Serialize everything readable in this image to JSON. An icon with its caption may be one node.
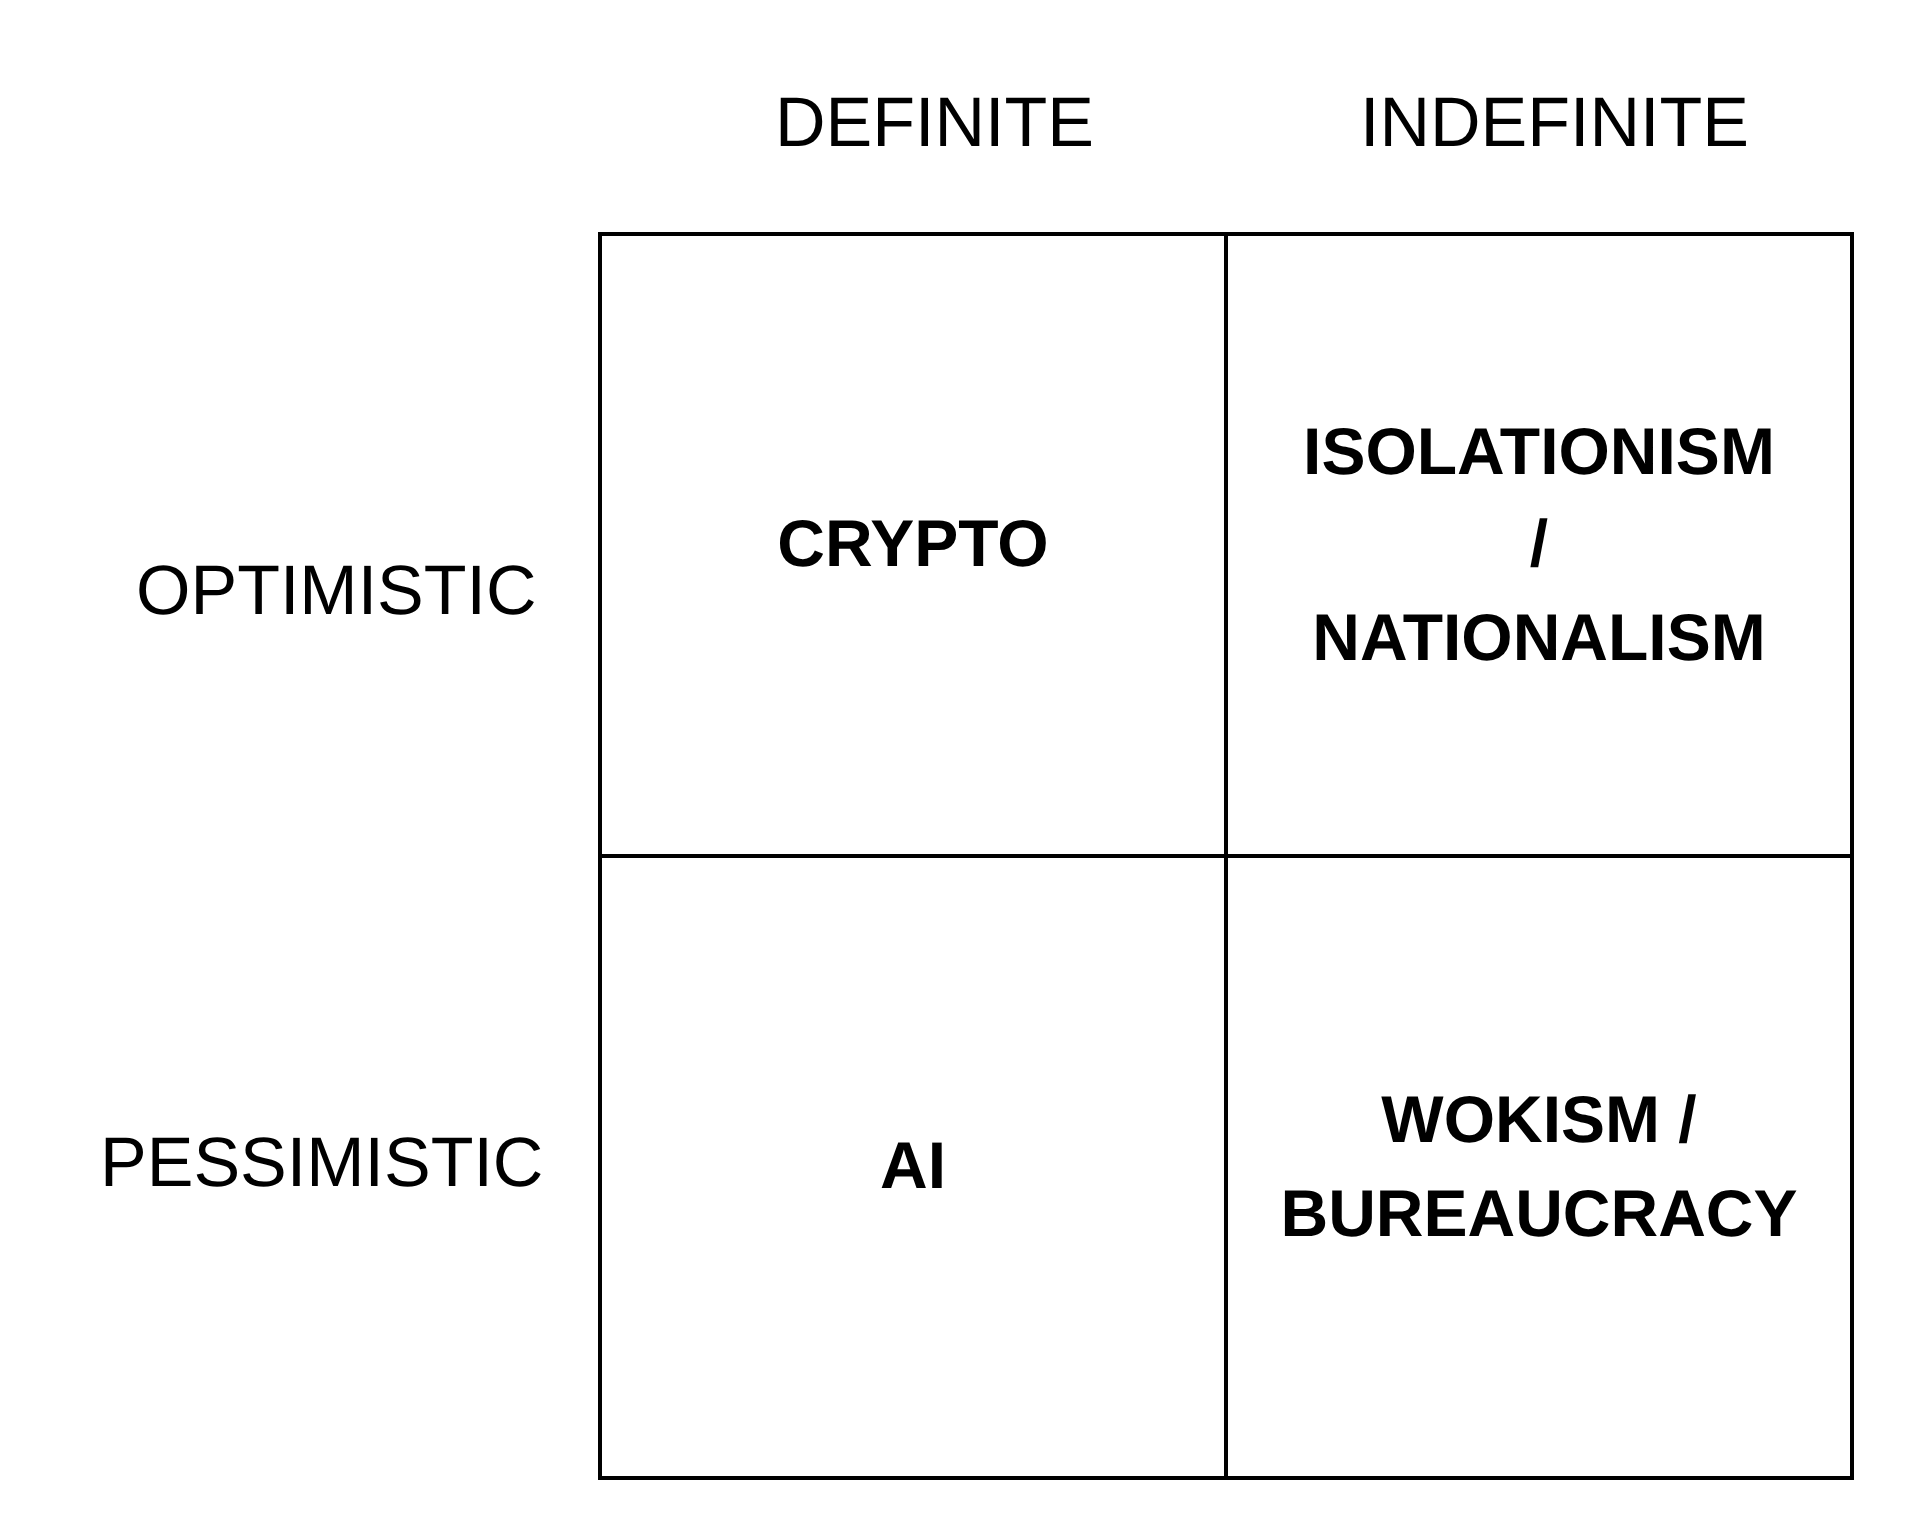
{
  "diagram": {
    "nodes": [
      {
        "text": [
          "CRYPTO"
        ]
      },
      {
        "text": [
          "ISOLATIONISM / NATIONALISM"
        ]
      },
      {
        "text": [
          "AI"
        ]
      },
      {
        "text": [
          "WOKISM / BUREAUCRACY"
        ]
      }
    ],
    "labels": [
      "DEFINITE",
      "INDEFINITE",
      "OPTIMISTIC",
      "PESSIMISTIC"
    ]
  }
}
